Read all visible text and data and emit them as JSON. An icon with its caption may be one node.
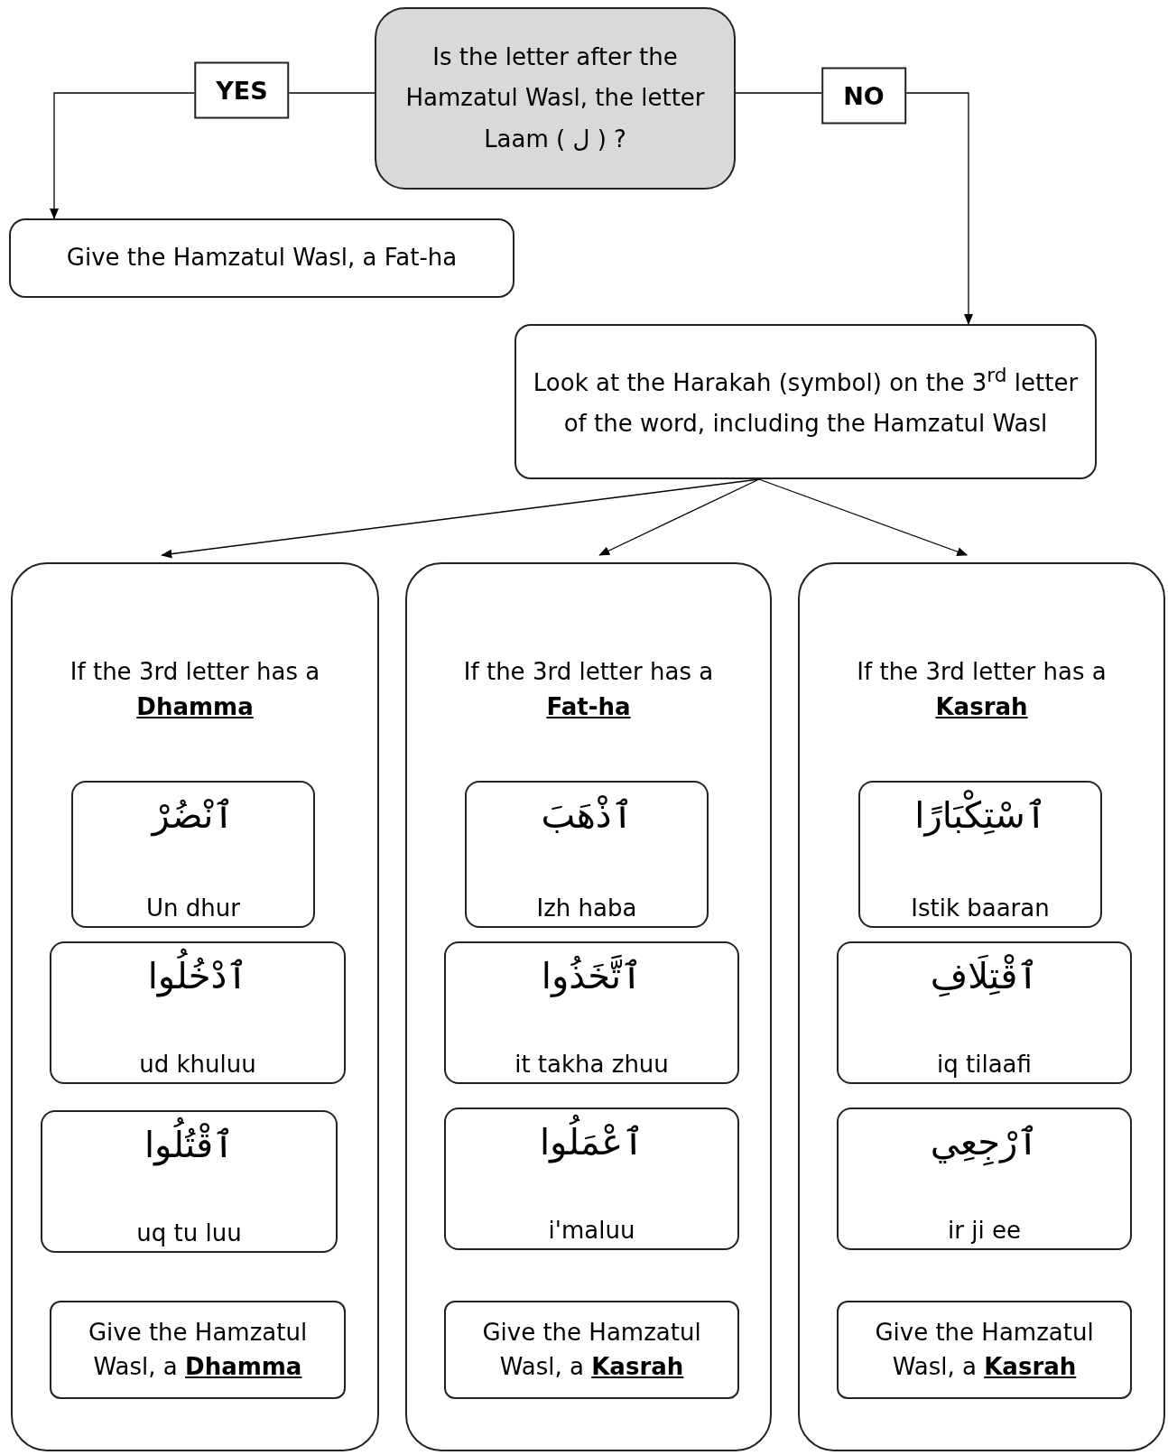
{
  "diagram": {
    "nodes": [
      {
        "text": [
          "Is the letter after the Hamzatul Wasl, the letter Laam ( ل ) ?"
        ]
      },
      {
        "text": [
          "Give the Hamzatul Wasl, a Fat-ha"
        ]
      },
      {
        "text": [
          "Look at the Harakah (symbol) on the 3$^{rd}$ letter of the word, including the Hamzatul Wasl"
        ]
      },
      {
        "text": [
          "If the 3rd letter has a **Dhamma**"
        ]
      },
      {
        "text": [
          "ٱنْضُرْ",
          "Un dhur"
        ],
        "in": 3
      },
      {
        "text": [
          "ٱدْخُلُوا",
          "ud khuluu"
        ],
        "in": 3
      },
      {
        "text": [
          "ٱقْتُلُوا",
          "uq tu luu"
        ],
        "in": 3
      },
      {
        "text": [
          "Give the Hamzatul Wasl, a **Dhamma**"
        ],
        "in": 3
      },
      {
        "text": [
          "If the 3rd letter has a **Fat-ha**"
        ]
      },
      {
        "text": [
          "ٱذْهَبَ",
          "Izh haba"
        ],
        "in": 8
      },
      {
        "text": [
          "ٱتَّخَذُوا",
          "it takha zhuu"
        ],
        "in": 8
      },
      {
        "text": [
          "ٱعْمَلُوا",
          "i'maluu"
        ],
        "in": 8
      },
      {
        "text": [
          "Give the Hamzatul Wasl, a **Kasrah**"
        ],
        "in": 8
      },
      {
        "text": [
          "If the 3rd letter has a **Kasrah**"
        ]
      },
      {
        "text": [
          "ٱسْتِكْبَارًا",
          "Istik baaran"
        ],
        "in": 13
      },
      {
        "text": [
          "ٱقْتِلَافِ",
          "iq tilaafi"
        ],
        "in": 13
      },
      {
        "text": [
          "ٱرْجِعِي",
          "ir ji ee"
        ],
        "in": 13
      },
      {
        "text": [
          "Give the Hamzatul Wasl, a **Kasrah**"
        ],
        "in": 13
      }
    ],
    "edges": [
      {
        "from": 0,
        "to": 1,
        "arrow": "to",
        "label": "YES"
      },
      {
        "from": 0,
        "to": 2,
        "arrow": "to",
        "label": "NO"
      },
      {
        "from": 2,
        "to": 3,
        "arrow": "to"
      },
      {
        "from": 2,
        "to": 8,
        "arrow": "to"
      },
      {
        "from": 2,
        "to": 13,
        "arrow": "to"
      }
    ]
  }
}
